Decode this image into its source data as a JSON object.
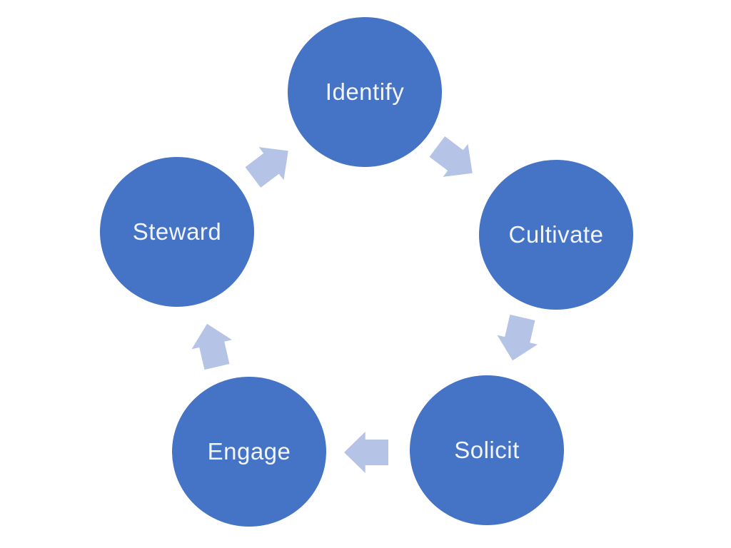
{
  "cycle": {
    "type": "cycle-diagram",
    "flow_direction": "clockwise",
    "steps": [
      {
        "label": "Identify"
      },
      {
        "label": "Cultivate"
      },
      {
        "label": "Solicit"
      },
      {
        "label": "Engage"
      },
      {
        "label": "Steward"
      }
    ],
    "connections": [
      {
        "from": "Identify",
        "to": "Cultivate"
      },
      {
        "from": "Cultivate",
        "to": "Solicit"
      },
      {
        "from": "Solicit",
        "to": "Engage"
      },
      {
        "from": "Engage",
        "to": "Steward"
      },
      {
        "from": "Steward",
        "to": "Identify"
      }
    ],
    "colors": {
      "node_fill": "#4573C6",
      "node_text": "#F2F5FB",
      "arrow_fill": "#B5C3E6",
      "background": "#FFFFFF"
    }
  }
}
